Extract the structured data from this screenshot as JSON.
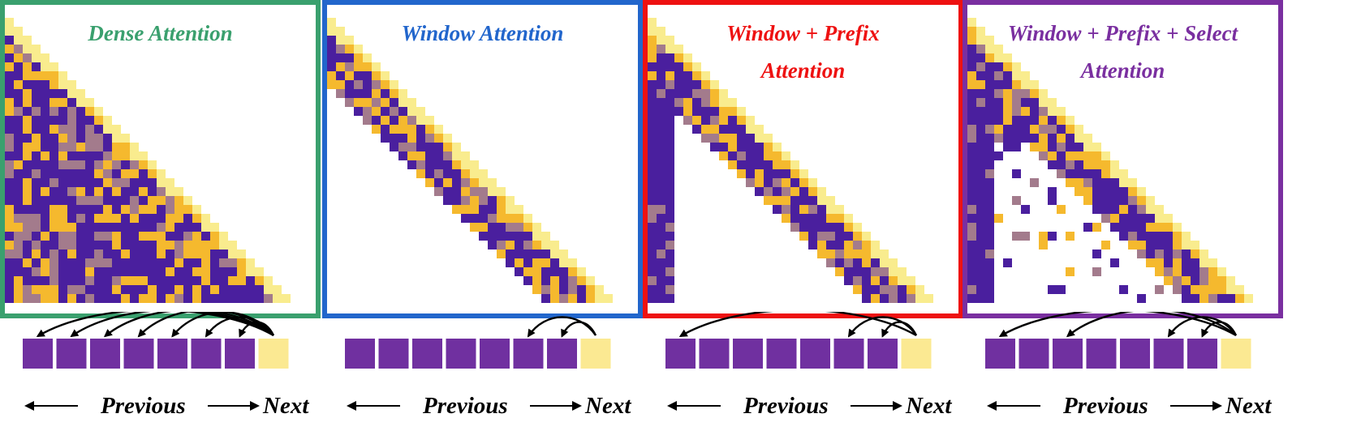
{
  "colors": {
    "dark": "#4a1f9e",
    "mid": "#a37b8c",
    "gold": "#f5b92e",
    "light": "#f9ec8e",
    "token": "#7030a0",
    "next_token": "#fbe992"
  },
  "panels": [
    {
      "id": "dense",
      "title_lines": [
        "Dense Attention"
      ],
      "title_color": "#3aa06e",
      "border_color": "#3aa06e",
      "pattern": "dense",
      "arcs_from": [
        0,
        1,
        2,
        3,
        4,
        5,
        6
      ]
    },
    {
      "id": "window",
      "title_lines": [
        "Window Attention"
      ],
      "title_color": "#2266cc",
      "border_color": "#2266cc",
      "pattern": "window",
      "arcs_from": [
        5,
        6
      ]
    },
    {
      "id": "window-prefix",
      "title_lines": [
        "Window + Prefix",
        "Attention"
      ],
      "title_color": "#ee1111",
      "border_color": "#ee1111",
      "pattern": "window_prefix",
      "arcs_from": [
        0,
        5,
        6
      ]
    },
    {
      "id": "window-prefix-select",
      "title_lines": [
        "Window + Prefix + Select",
        "Attention"
      ],
      "title_color": "#7a2fa0",
      "border_color": "#7a2fa0",
      "pattern": "window_prefix_select",
      "arcs_from": [
        0,
        2,
        5,
        6
      ]
    }
  ],
  "direction": {
    "previous": "Previous",
    "next": "Next"
  }
}
